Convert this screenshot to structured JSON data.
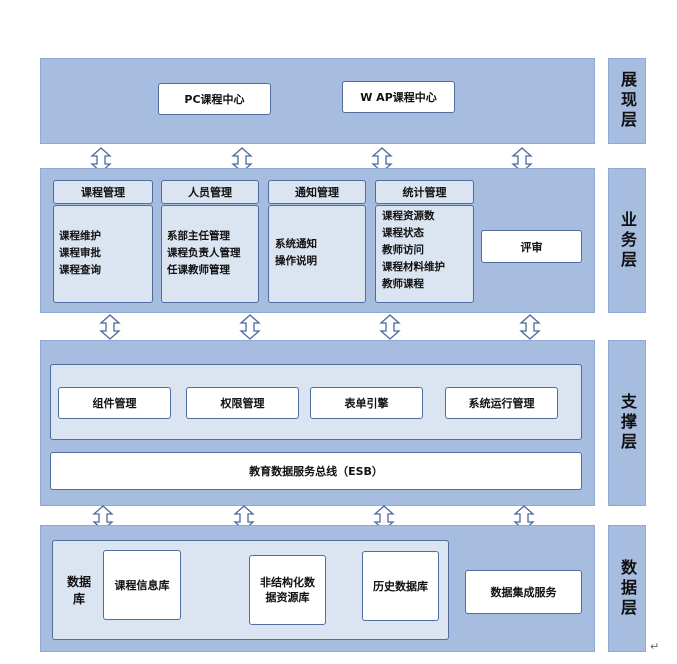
{
  "side_labels": {
    "presentation": "展现层",
    "business": "业务层",
    "support": "支撑层",
    "data": "数据层"
  },
  "presentation": {
    "pc_center": "PC课程中心",
    "wap_center": "W AP课程中心"
  },
  "business": {
    "course_mgmt": {
      "title": "课程管理",
      "items": [
        "课程维护",
        "课程审批",
        "课程查询"
      ]
    },
    "staff_mgmt": {
      "title": "人员管理",
      "items": [
        "系部主任管理",
        "课程负责人管理",
        "任课教师管理"
      ]
    },
    "notice_mgmt": {
      "title": "通知管理",
      "items": [
        "系统通知",
        "操作说明"
      ]
    },
    "stats_mgmt": {
      "title": "统计管理",
      "items": [
        "课程资源数",
        "课程状态",
        "教师访问",
        "课程材料维护",
        "教师课程"
      ]
    },
    "review": "评审"
  },
  "support": {
    "component_mgmt": "组件管理",
    "permission_mgmt": "权限管理",
    "form_engine": "表单引擎",
    "ops_mgmt": "系统运行管理",
    "esb": "教育数据服务总线（ESB）"
  },
  "data": {
    "database_label": "数据库",
    "course_info_db": "课程信息库",
    "unstructured_db": "非结构化数据资源库",
    "history_db": "历史数据库",
    "integration_service": "数据集成服务"
  },
  "icons": {
    "arrow": "double-headed-vertical-arrow"
  },
  "colors": {
    "layer_fill": "#a6bde0",
    "panel_fill": "#dbe4f1",
    "border": "#4f6e9e"
  }
}
